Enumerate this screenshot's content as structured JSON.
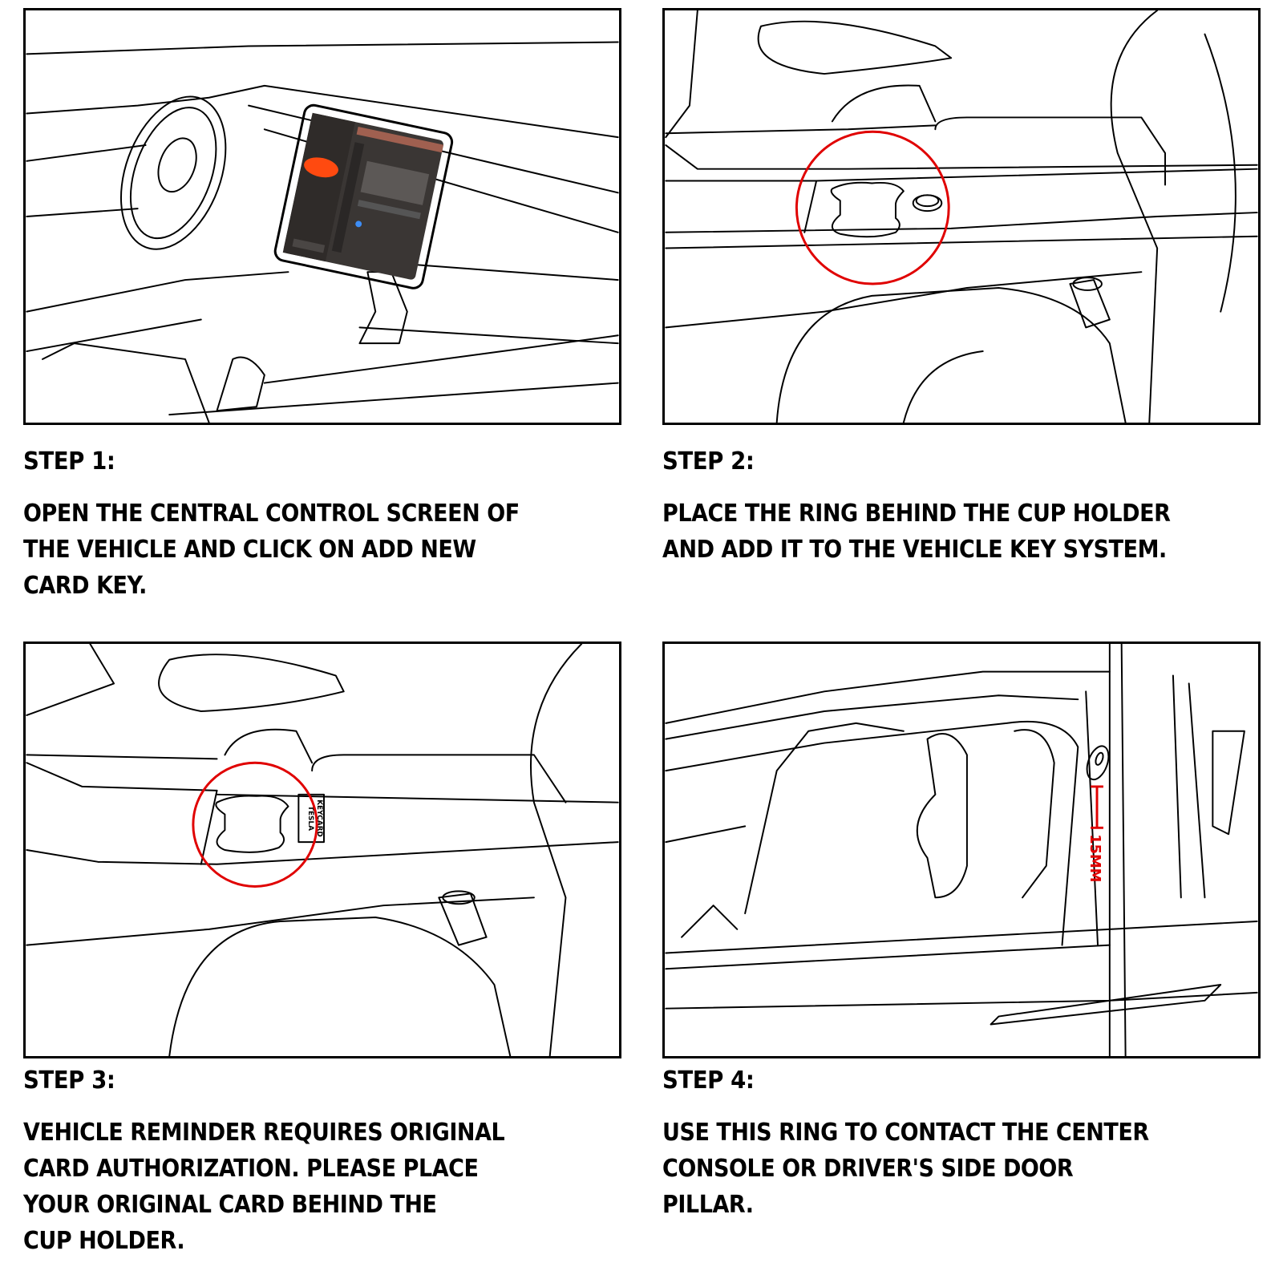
{
  "steps": [
    {
      "title": "STEP 1:",
      "description": "OPEN THE CENTRAL CONTROL SCREEN OF\nTHE VEHICLE AND CLICK ON ADD NEW\nCARD KEY.",
      "illustration": "car-interior-dashboard-with-center-touchscreen"
    },
    {
      "title": "STEP 2:",
      "description": "PLACE THE RING BEHIND THE CUP HOLDER\nAND ADD IT TO THE VEHICLE KEY SYSTEM.",
      "illustration": "center-console-cup-holder-with-ring-highlighted"
    },
    {
      "title": "STEP 3:",
      "description": "VEHICLE REMINDER REQUIRES ORIGINAL\nCARD AUTHORIZATION. PLEASE PLACE\nYOUR ORIGINAL CARD BEHIND THE\nCUP HOLDER.",
      "illustration": "center-console-cup-holder-with-keycard-highlighted",
      "keycard_label_line1": "TESLA",
      "keycard_label_line2": "KEYCARD"
    },
    {
      "title": "STEP 4:",
      "description": "USE THIS RING TO CONTACT THE CENTER\nCONSOLE OR DRIVER'S SIDE DOOR\nPILLAR.",
      "illustration": "driver-side-door-pillar-with-ring",
      "measurement_label": "15MM"
    }
  ],
  "colors": {
    "line": "#000000",
    "highlight": "#e00000",
    "screen_car": "#ff4a10"
  }
}
